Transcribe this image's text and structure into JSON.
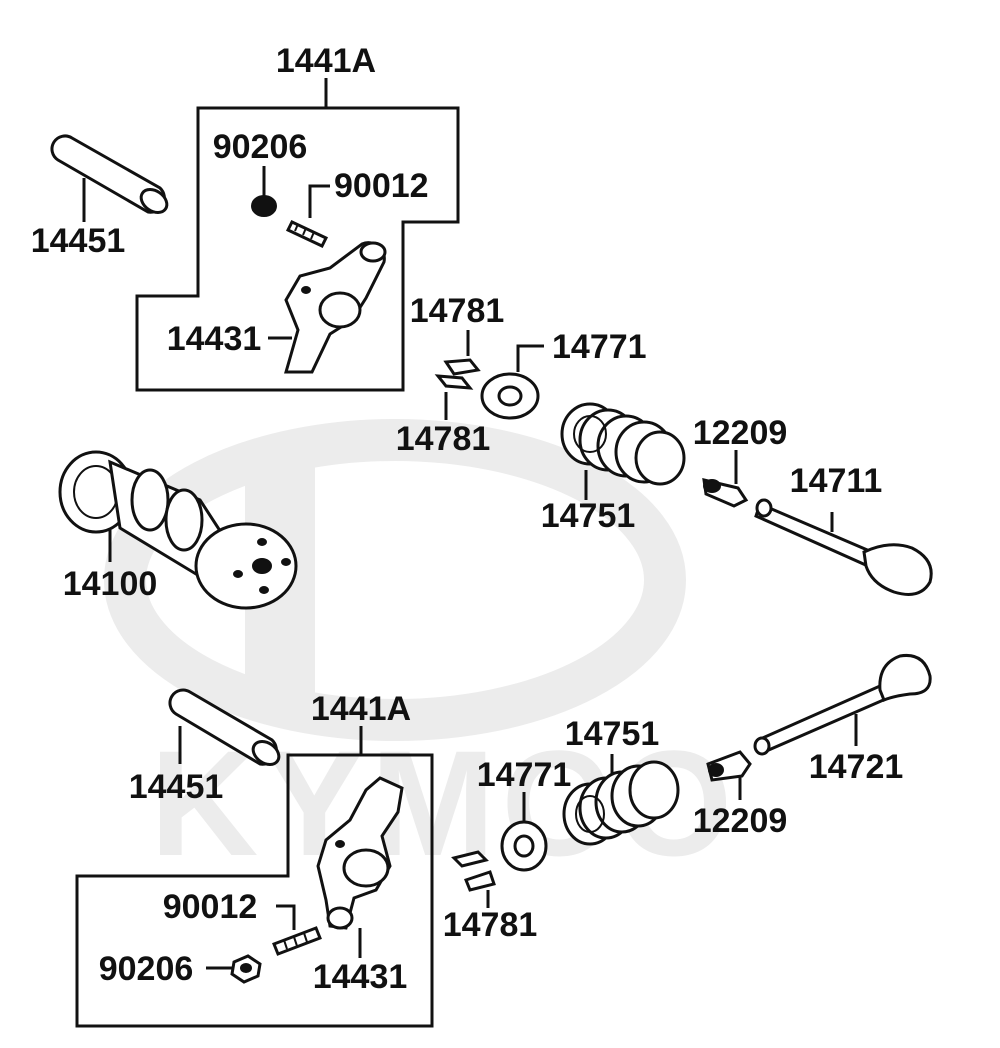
{
  "watermark": {
    "brand_text": "KYMCO",
    "color": "#e6e6e6"
  },
  "assemblies": {
    "top_group_label": "1441A",
    "bottom_group_label": "1441A"
  },
  "parts": {
    "pin_top": "14451",
    "pin_bottom": "14451",
    "adjust_nut_top": "90206",
    "adjust_screw_top": "90012",
    "rocker_arm_top": "14431",
    "adjust_screw_bottom": "90012",
    "adjust_nut_bottom": "90206",
    "rocker_arm_bottom": "14431",
    "cotter_upper_top": "14781",
    "cotter_lower_top": "14781",
    "retainer_top": "14771",
    "spring_top": "14751",
    "stem_seal_top": "12209",
    "valve_top": "14711",
    "camshaft": "14100",
    "retainer_bottom": "14771",
    "spring_bottom": "14751",
    "cotter_bottom": "14781",
    "stem_seal_bottom": "12209",
    "valve_bottom": "14721"
  }
}
